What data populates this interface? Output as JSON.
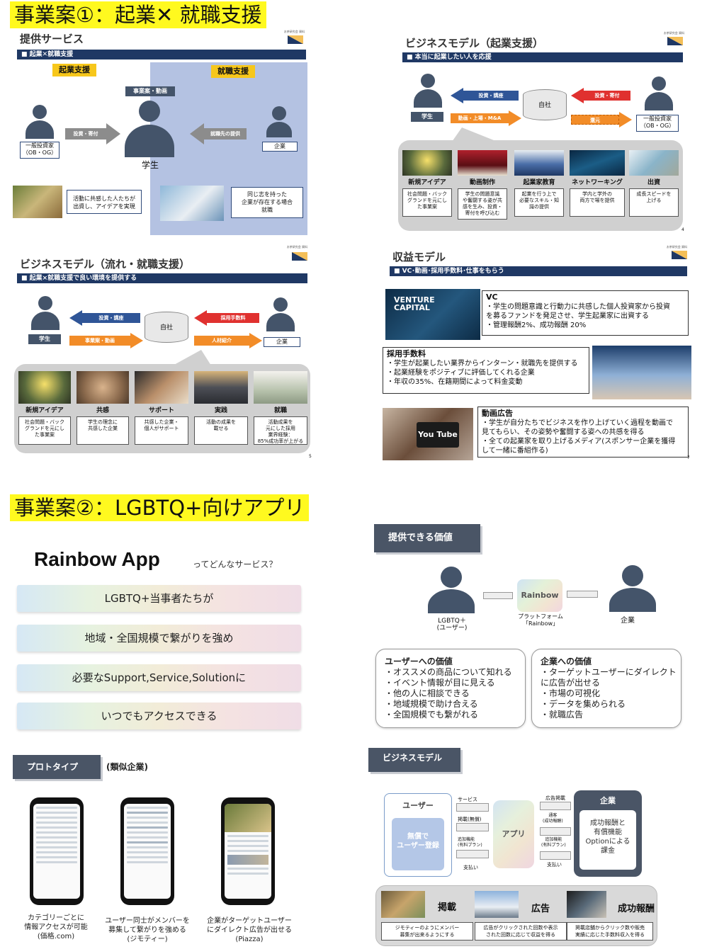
{
  "section1": {
    "title": "事業案①：起業✕ 就職支援"
  },
  "slide1": {
    "title": "提供サービス",
    "bar": "■ 起業✕就職支援",
    "tag_left": "起業支援",
    "tag_right": "就職支援",
    "center_tag": "事業案・動画",
    "student_label": "学生",
    "investor_label": "一般投資家\n（OB・OG）",
    "company_label": "企業",
    "arrow_invest": "投資・寄付",
    "arrow_job": "就職先の提供",
    "caption_left": "活動に共感した人たちが\n出資し、アイデアを実現",
    "caption_right": "同じ志を持った\n企業が存在する場合\n就職",
    "badge_tiny": "お茶研究会 資料"
  },
  "slide2": {
    "title": "ビジネスモデル（起業支援）",
    "bar": "■ 本当に起業したい人を応援",
    "student_label": "学生",
    "investor_label": "一般投資家\n（OB・OG）",
    "self_label": "自社",
    "arrow_a": "投資・講座",
    "arrow_b": "動画・上場・M&A",
    "arrow_c": "投資・寄付",
    "arrow_d": "還元",
    "tiles": [
      {
        "label": "新規アイデア",
        "desc": "社会問題・バック\nグランドを元にし\nた事業案"
      },
      {
        "label": "動画制作",
        "desc": "学生の問題意識\nや奮闘する姿が共\n感を生み、投資・\n寄付を呼び込む"
      },
      {
        "label": "起業家教育",
        "desc": "起業を行う上で\n必要なスキル・知\n識の提供"
      },
      {
        "label": "ネットワーキング",
        "desc": "学内と学外の\n両方で場を提供"
      },
      {
        "label": "出資",
        "desc": "成長スピードを\n上げる"
      }
    ],
    "page": "4",
    "badge_tiny": "お茶研究会 資料"
  },
  "slide3": {
    "title": "ビジネスモデル（流れ・就職支援）",
    "bar": "■ 起業×就職支援で良い環境を提供する",
    "student_label": "学生",
    "company_label": "企業",
    "self_label": "自社",
    "arrow_a": "投資・講座",
    "arrow_b": "事業案・動画",
    "arrow_c": "採用手数料",
    "arrow_d": "人材紹介",
    "tiles": [
      {
        "label": "新規アイデア",
        "desc": "社会問題・バック\nグランドを元にし\nた事業案"
      },
      {
        "label": "共感",
        "desc": "学生の理念に\n共感した企業"
      },
      {
        "label": "サポート",
        "desc": "共感した企業・\n個人がサポート"
      },
      {
        "label": "実践",
        "desc": "活動の成果を\n載せる"
      },
      {
        "label": "就職",
        "desc": "活動成果を\n元にした採用\n業界経験：\n85%成功率が上がる"
      }
    ],
    "page": "5",
    "badge_tiny": "お茶研究会 資料"
  },
  "slide4": {
    "title": "収益モデル",
    "bar": "■ VC･動画･採用手数料･仕事をもらう",
    "vc_img_text": "VENTURE\nCAPITAL",
    "vc_title": "VC",
    "vc_body": "・学生の問題意識と行動力に共感した個人投資家から投資\nを募るファンドを発足させ、学生起業家に出資する\n・管理報酬2%、成功報酬 20%",
    "hire_title": "採用手数料",
    "hire_body": "・学生が起業したい業界からインターン・就職先を提供する\n・起業経験をポジティブに評価してくれる企業\n・年収の35%、在籍期間によって料金変動",
    "video_title": "動画広告",
    "video_body": "・学生が自分たちでビジネスを作り上げていく過程を動画で\n見てもらい、その姿勢や奮闘する姿への共感を得る\n・全ての起業家を取り上げるメディア(スポンサー企業を獲得\nして一緒に番組作る)",
    "youtube": "You Tube",
    "page": "7",
    "badge_tiny": "お茶研究会 資料"
  },
  "section2": {
    "title": "事業案②：LGBTQ+向けアプリ"
  },
  "rainbow": {
    "title": "Rainbow App",
    "subtitle": "ってどんなサービス？",
    "bars": [
      "LGBTQ+当事者たちが",
      "地域・全国規模で繋がりを強め",
      "必要なSupport,Service,Solutionに",
      "いつでもアクセスできる"
    ]
  },
  "value": {
    "tab": "提供できる価値",
    "lgbtq_label": "LGBTQ＋\n(ユーザー)",
    "platform_name": "Rainbow",
    "platform_label": "プラットフォーム\n「Rainbow」",
    "company_label": "企業",
    "user_value_title": "ユーザーへの価値",
    "user_values": [
      "・オススメの商品について知れる",
      "・イベント情報が目に見える",
      "・他の人に相談できる",
      "・地域規模で助け合える",
      "・全国規模でも繋がれる"
    ],
    "company_value_title": "企業への価値",
    "company_values": [
      "・ターゲットユーザーにダイレクト",
      "に広告が出せる",
      "・市場の可視化",
      "・データを集められる",
      "・就職広告"
    ]
  },
  "proto": {
    "tab": "プロトタイプ",
    "note": "(類似企業)",
    "captions": [
      "カテゴリーごとに\n情報アクセスが可能\n(価格.com)",
      "ユーザー同士がメンバーを\n募集して繋がりを強める\n(ジモティー)",
      "企業がターゲットユーザー\nにダイレクト広告が出せる\n(Piazza)"
    ]
  },
  "bizmodel": {
    "tab": "ビジネスモデル",
    "user_label": "ユーザー",
    "user_inner": "無償で\nユーザー登録",
    "app_label": "アプリ",
    "company_label": "企業",
    "company_inner": "成功報酬と\n有償機能\nOptionによる\n課金",
    "left_arrows": [
      "サービス",
      "掲載(無償)",
      "追加機能\n(有料プラン)",
      "支払い"
    ],
    "right_arrows": [
      "広告掲載",
      "通客\n(成功報酬)",
      "追加機能\n(有料プラン)",
      "支払い"
    ],
    "features": [
      {
        "title": "掲載",
        "desc": "ジモティーのようにメンバー\n募集が出来るようにする"
      },
      {
        "title": "広告",
        "desc": "広告がクリックされた回数や表示\nされた回数に応じて収益を得る"
      },
      {
        "title": "成功報酬",
        "desc": "掲載店舗からクリック数や販売\n実績に応じた手数料収入を得る"
      }
    ]
  },
  "colors": {
    "navy": "#1f3864",
    "slate": "#44546a",
    "gold": "#f7c71b",
    "blue_arrow": "#2f5597",
    "red_arrow": "#e0312f",
    "orange_arrow": "#f28c28",
    "highlight": "#fff91f"
  }
}
